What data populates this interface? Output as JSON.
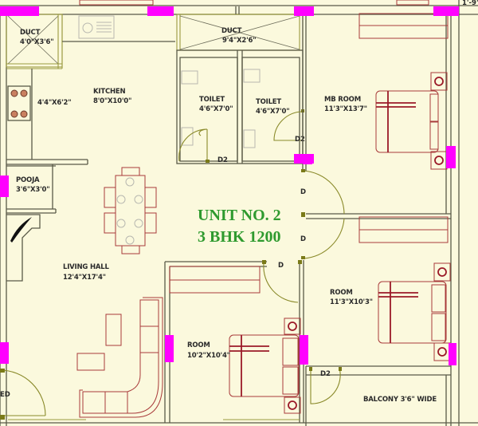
{
  "plan": {
    "unit_title": "UNIT NO. 2",
    "unit_subtitle": "3 BHK 1200",
    "colors": {
      "background": "#fbf9dd",
      "walls": "#5a5a48",
      "columns": "#ff00ff",
      "furniture": "#a83a3a",
      "unit_text": "#2e9a2e"
    },
    "rooms": {
      "duct_left": {
        "name": "DUCT",
        "size": "4'0\"X3'6\""
      },
      "duct_top": {
        "name": "DUCT",
        "size": "9'4\"X2'6\""
      },
      "kitchen": {
        "name": "KITCHEN",
        "size": "8'0\"X10'0\""
      },
      "kitchen_counter": {
        "size": "4'4\"X6'2\""
      },
      "toilet_1": {
        "name": "TOILET",
        "size": "4'6\"X7'0\""
      },
      "toilet_2": {
        "name": "TOILET",
        "size": "4'6\"X7'0\""
      },
      "mb_room": {
        "name": "MB ROOM",
        "size": "11'3\"X13'7\""
      },
      "pooja": {
        "name": "POOJA",
        "size": "3'6\"X3'0\""
      },
      "living_hall": {
        "name": "LIVING HALL",
        "size": "12'4\"X17'4\""
      },
      "room_center": {
        "name": "ROOM",
        "size": "10'2\"X10'4\""
      },
      "room_right": {
        "name": "ROOM",
        "size": "11'3\"X10'3\""
      },
      "balcony": {
        "name": "BALCONY 3'6\" WIDE"
      },
      "partial_left": {
        "name": "ED"
      }
    },
    "doors": {
      "d2_toilet1": "D2",
      "d2_toilet2": "D2",
      "d_mb": "D",
      "d_room_right": "D",
      "d_room_center": "D",
      "d2_balcony": "D2"
    },
    "edge_text": "1'-9\""
  }
}
